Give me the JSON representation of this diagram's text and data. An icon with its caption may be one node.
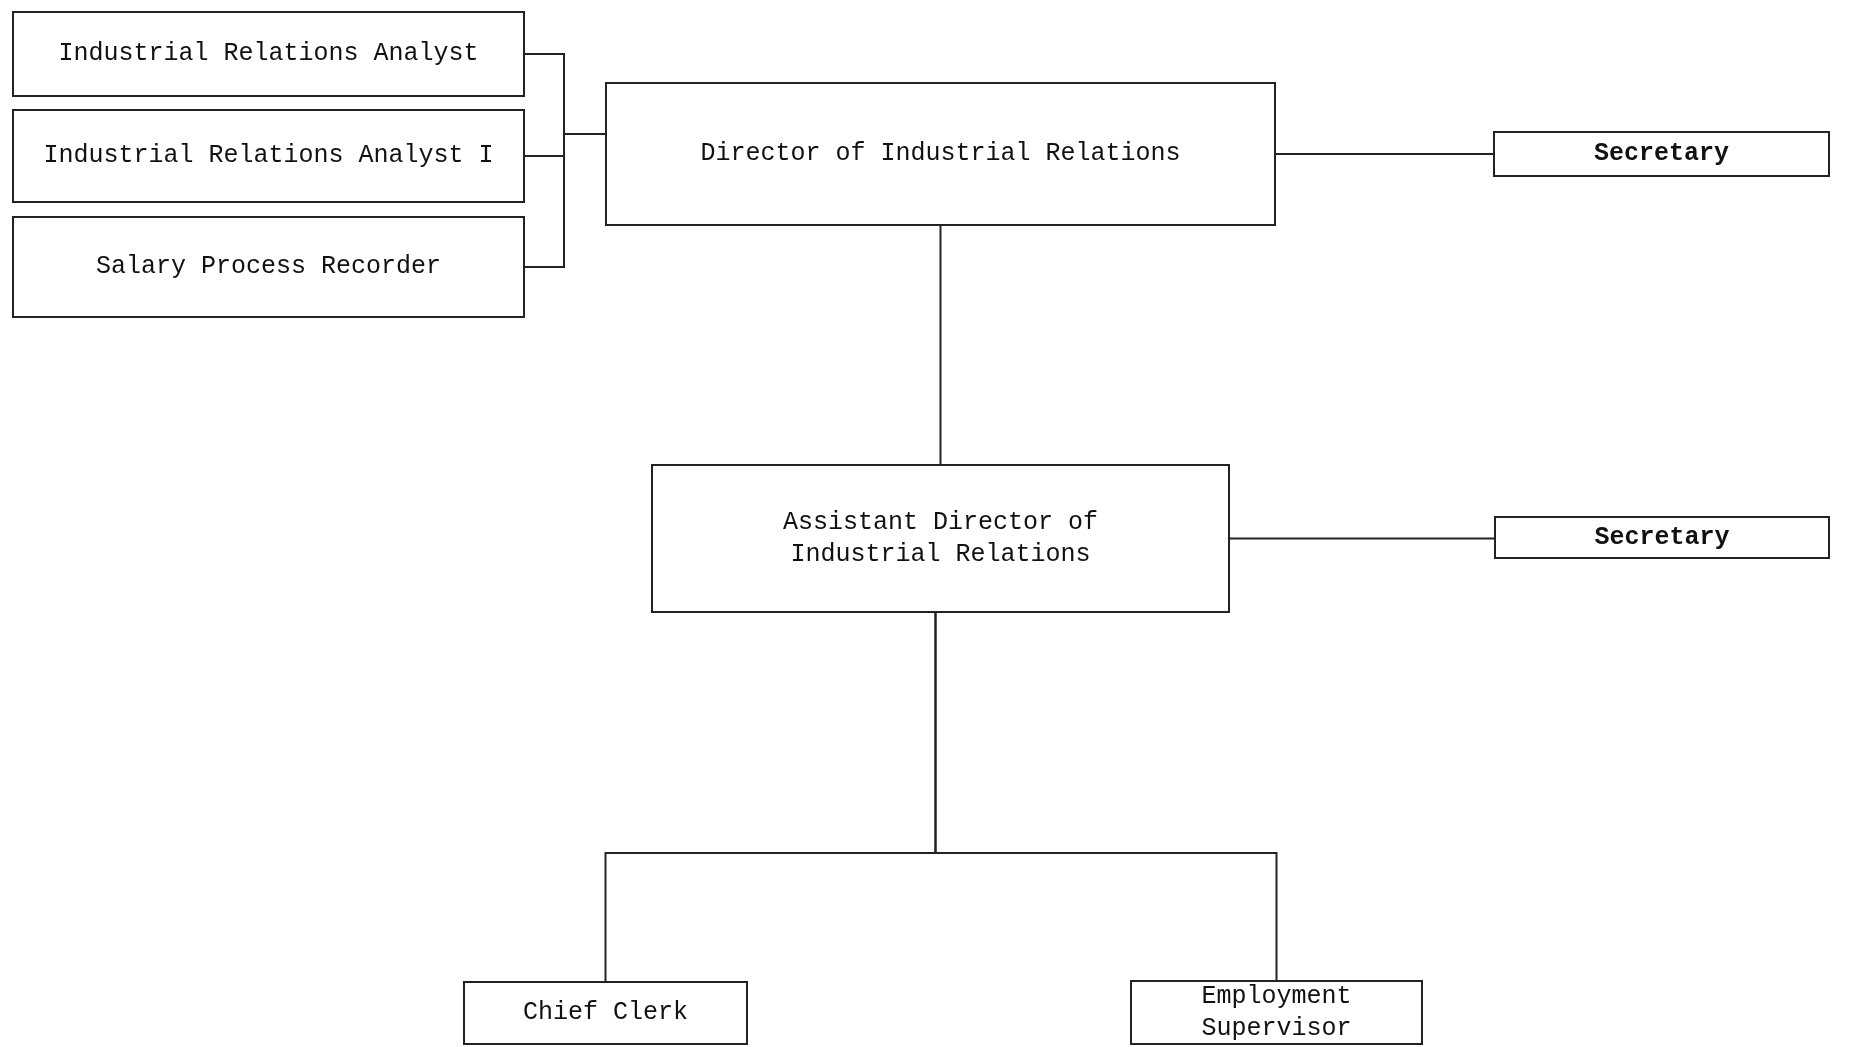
{
  "diagram": {
    "nodes": [
      {
        "text": [
          "Industrial Relations Analyst"
        ]
      },
      {
        "text": [
          "Industrial Relations Analyst I"
        ]
      },
      {
        "text": [
          "Salary Process Recorder"
        ]
      },
      {
        "text": [
          "Director of Industrial Relations"
        ]
      },
      {
        "text": [
          "Secretary"
        ]
      },
      {
        "text": [
          "Assistant Director of Industrial Relations"
        ]
      },
      {
        "text": [
          "Secretary"
        ]
      },
      {
        "text": [
          "Chief Clerk"
        ]
      },
      {
        "text": [
          "Employment Supervisor"
        ]
      }
    ],
    "edges": [
      {
        "from": 0,
        "to": 3,
        "arrow": "none"
      },
      {
        "from": 1,
        "to": 3,
        "arrow": "none"
      },
      {
        "from": 2,
        "to": 3,
        "arrow": "none"
      },
      {
        "from": 3,
        "to": 4,
        "arrow": "none"
      },
      {
        "from": 3,
        "to": 5,
        "arrow": "none"
      },
      {
        "from": 5,
        "to": 6,
        "arrow": "none"
      },
      {
        "from": 5,
        "to": 7,
        "arrow": "none"
      },
      {
        "from": 5,
        "to": 8,
        "arrow": "none"
      }
    ]
  }
}
